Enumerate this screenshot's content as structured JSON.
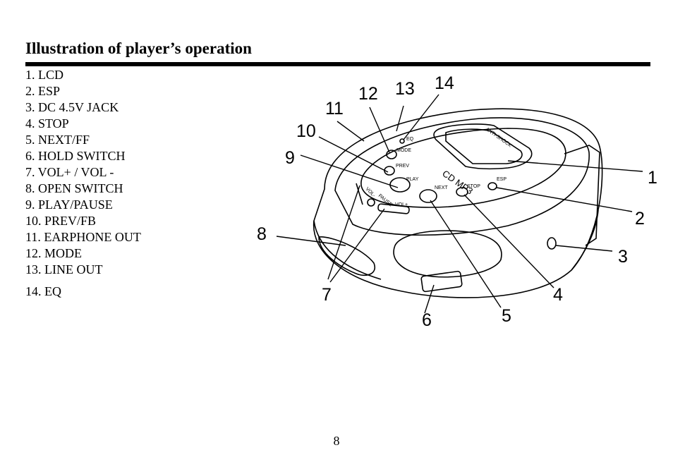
{
  "page": {
    "title": "Illustration of player’s operation",
    "page_number": "8"
  },
  "parts": [
    "1. LCD",
    "2. ESP",
    "3. DC 4.5V JACK",
    "4. STOP",
    "5. NEXT/FF",
    "6. HOLD SWITCH",
    "7. VOL+ / VOL -",
    "8. OPEN SWITCH",
    "9. PLAY/PAUSE",
    "10. PREV/FB",
    "11. EARPHONE OUT",
    "12. MODE",
    "13. LINE OUT",
    "14. EQ"
  ],
  "diagram": {
    "callouts": [
      "1",
      "2",
      "3",
      "4",
      "5",
      "6",
      "7",
      "8",
      "9",
      "10",
      "11",
      "12",
      "13",
      "14"
    ],
    "device_labels": {
      "anti_shock": "ANTI-SHOCK",
      "cd_mp3": "CD MP3",
      "esp": "ESP",
      "stop": "STOP",
      "next": "NEXT",
      "play": "PLAY",
      "prev": "PREV",
      "mode": "MODE",
      "eq": "EQ",
      "vol_plus": "VOL+",
      "vol_minus": "VOL-",
      "pause": "PAUSE"
    }
  }
}
